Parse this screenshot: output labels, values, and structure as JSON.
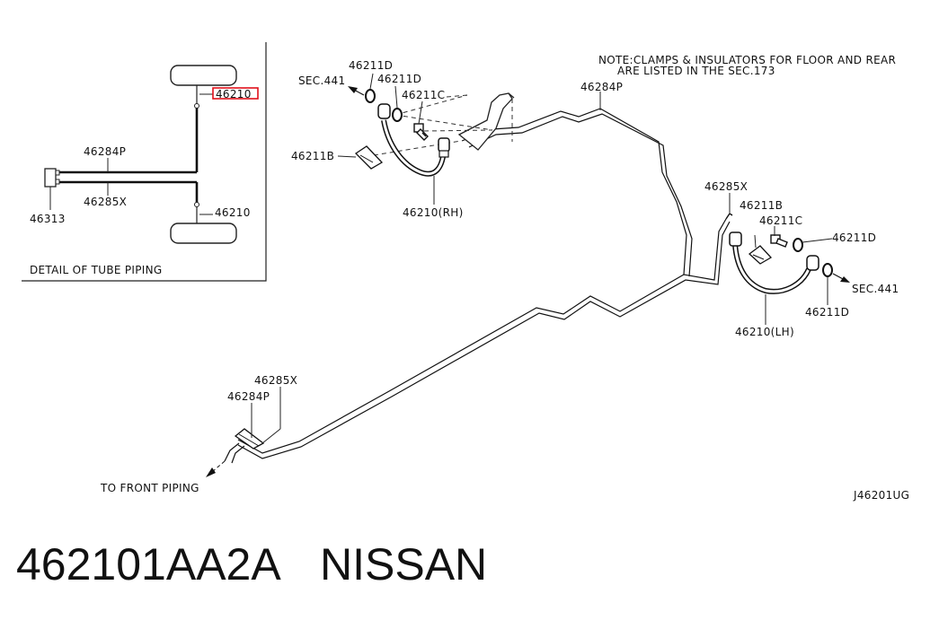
{
  "detail": {
    "rear_hose_label": "46210",
    "front_hose_label": "46210",
    "upper_tube_label": "46284P",
    "lower_tube_label": "46285X",
    "junction_label": "46313",
    "caption": "DETAIL OF TUBE PIPING",
    "highlight_color": "#e0101a"
  },
  "note": {
    "line1": "NOTE:CLAMPS & INSULATORS FOR FLOOR AND REAR",
    "line2": "ARE LISTED IN THE SEC.173"
  },
  "rh_assembly": {
    "sec_label": "SEC.441",
    "washer_outer_label": "46211D",
    "washer_inner_label": "46211D",
    "bolt_label": "46211C",
    "clip_label": "46211B",
    "hose_label": "46210(RH)"
  },
  "main_tube_label": "46284P",
  "lh_assembly": {
    "tube_end_label": "46285X",
    "clip_label": "46211B",
    "bolt_label": "46211C",
    "washer_inner_label": "46211D",
    "sec_label": "SEC.441",
    "washer_outer_label": "46211D",
    "hose_label": "46210(LH)"
  },
  "front": {
    "tube_upper_label": "46285X",
    "tube_lower_label": "46284P",
    "to_front_label": "TO FRONT PIPING"
  },
  "diagram_id": "J46201UG",
  "part_number": "462101AA2A",
  "brand": "NISSAN"
}
